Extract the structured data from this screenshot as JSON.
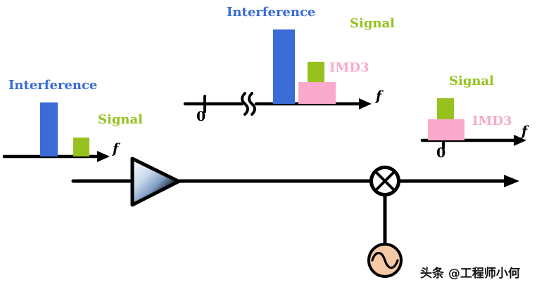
{
  "diagram": {
    "spectra": {
      "input": {
        "interference_label": "Interference",
        "signal_label": "Signal",
        "freq_label": "f"
      },
      "amplified": {
        "interference_label": "Interference",
        "signal_label": "Signal",
        "imd3_label": "IMD3",
        "zero_label": "0",
        "freq_label": "f"
      },
      "downconverted": {
        "signal_label": "Signal",
        "imd3_label": "IMD3",
        "zero_label": "0",
        "freq_label": "f"
      }
    },
    "colors": {
      "interference_blue": "#3a6bd6",
      "signal_green": "#96c11f",
      "imd3_pink": "#f9a9ca",
      "oscillator_fill": "#f5c9a3",
      "line_black": "#000000"
    }
  },
  "watermark": {
    "text": "头条 @工程师小何"
  }
}
